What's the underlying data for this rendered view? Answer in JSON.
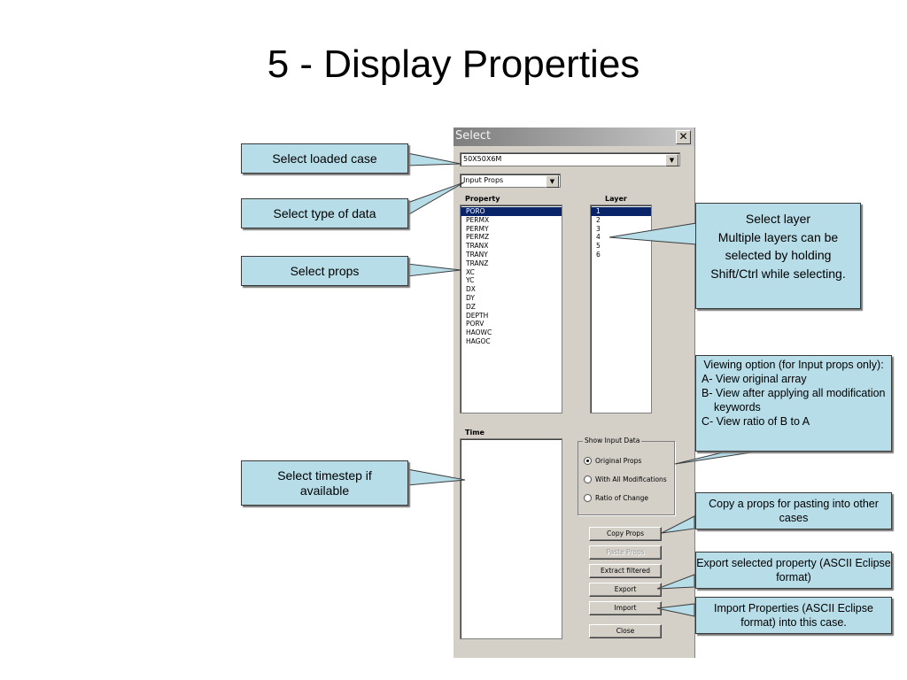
{
  "slide": {
    "title": "5 - Display Properties"
  },
  "dialog": {
    "title": "Select",
    "close_glyph": "✕",
    "case_select": {
      "value": "50X50X6M"
    },
    "type_select": {
      "value": "Input Props"
    },
    "property_label": "Property",
    "layer_label": "Layer",
    "time_label": "Time",
    "properties": [
      "PORO",
      "PERMX",
      "PERMY",
      "PERMZ",
      "TRANX",
      "TRANY",
      "TRANZ",
      "XC",
      "YC",
      "DX",
      "DY",
      "DZ",
      "DEPTH",
      "PORV",
      "HAOWC",
      "HAGOC"
    ],
    "selected_property": "PORO",
    "layers": [
      "1",
      "2",
      "3",
      "4",
      "5",
      "6"
    ],
    "selected_layer": "1",
    "show_input_data": {
      "legend": "Show Input Data",
      "options": [
        "Original Props",
        "With All Modifications",
        "Ratio of Change"
      ],
      "selected": "Original Props"
    },
    "buttons": {
      "copy": "Copy Props",
      "paste": "Paste Props",
      "extract": "Extract filtered",
      "export": "Export",
      "import": "Import",
      "close": "Close"
    }
  },
  "callouts": {
    "loaded_case": "Select loaded case",
    "data_type": "Select type of data",
    "props": "Select props",
    "timestep": "Select timestep if available",
    "layer": "Select layer\nMultiple layers can be selected by holding Shift/Ctrl while selecting.",
    "viewing_title": "Viewing option (for Input props only):",
    "viewing_a": "A- View original array",
    "viewing_b": "B- View after applying all modification keywords",
    "viewing_c": "C- View ratio of B to A",
    "copy": "Copy a props for pasting into other cases",
    "export": "Export selected property (ASCII Eclipse format)",
    "import": "Import Properties (ASCII Eclipse format) into this case."
  },
  "colors": {
    "callout_fill": "#b7dde8",
    "dialog_face": "#d4d0c8",
    "selection": "#0a246a"
  }
}
